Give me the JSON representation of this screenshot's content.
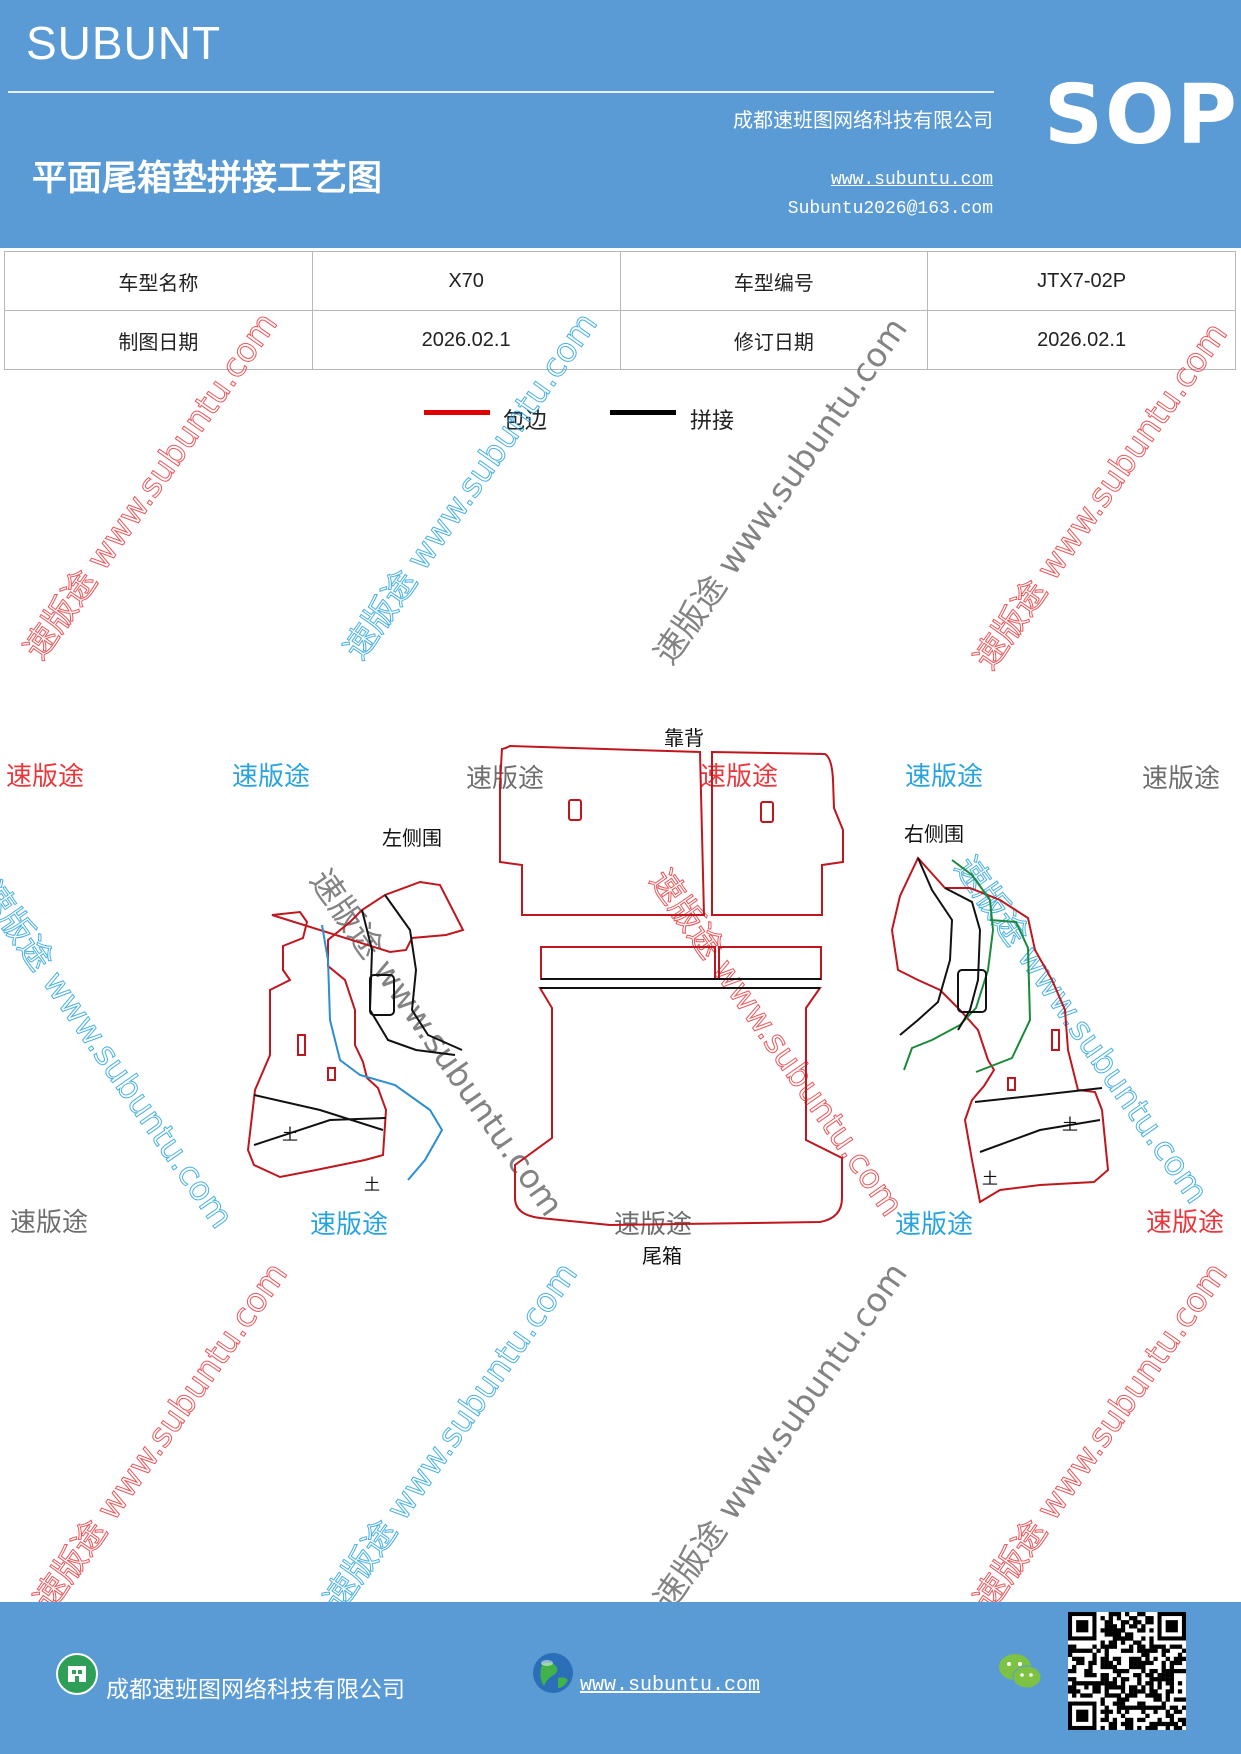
{
  "header": {
    "brand": "SUBUNT",
    "company": "成都速班图网络科技有限公司",
    "title": "平面尾箱垫拼接工艺图",
    "website": "www.subuntu.com",
    "email": "Subuntu2026@163.com",
    "badge": "SOP"
  },
  "info_table": {
    "row1": {
      "label1": "车型名称",
      "value1": "X70",
      "label2": "车型编号",
      "value2": "JTX7-02P"
    },
    "row2": {
      "label1": "制图日期",
      "value1": "2026.02.1",
      "label2": "修订日期",
      "value2": "2026.02.1"
    }
  },
  "legend": {
    "items": [
      {
        "label": "包边",
        "color": "#e00000"
      },
      {
        "label": "拼接",
        "color": "#000000"
      }
    ]
  },
  "watermarks": {
    "diagonal": "速版途 www.subuntu.com",
    "plain": "速版途",
    "colors": {
      "red": "#e8383d",
      "blue": "#29a3df",
      "gray": "#6e6e6e"
    }
  },
  "diagram": {
    "labels": {
      "backrest": "靠背",
      "left_side": "左侧围",
      "right_side": "右侧围",
      "trunk": "尾箱"
    },
    "colors": {
      "edge": "#c0161d",
      "seam": "#111111",
      "blue_seam": "#2b8fd0",
      "green_seam": "#1a8a3a"
    }
  },
  "footer": {
    "company": "成都速班图网络科技有限公司",
    "website": "www.subuntu.com",
    "icons": [
      "company-icon",
      "globe-icon",
      "wechat-icon",
      "qr-code"
    ]
  }
}
